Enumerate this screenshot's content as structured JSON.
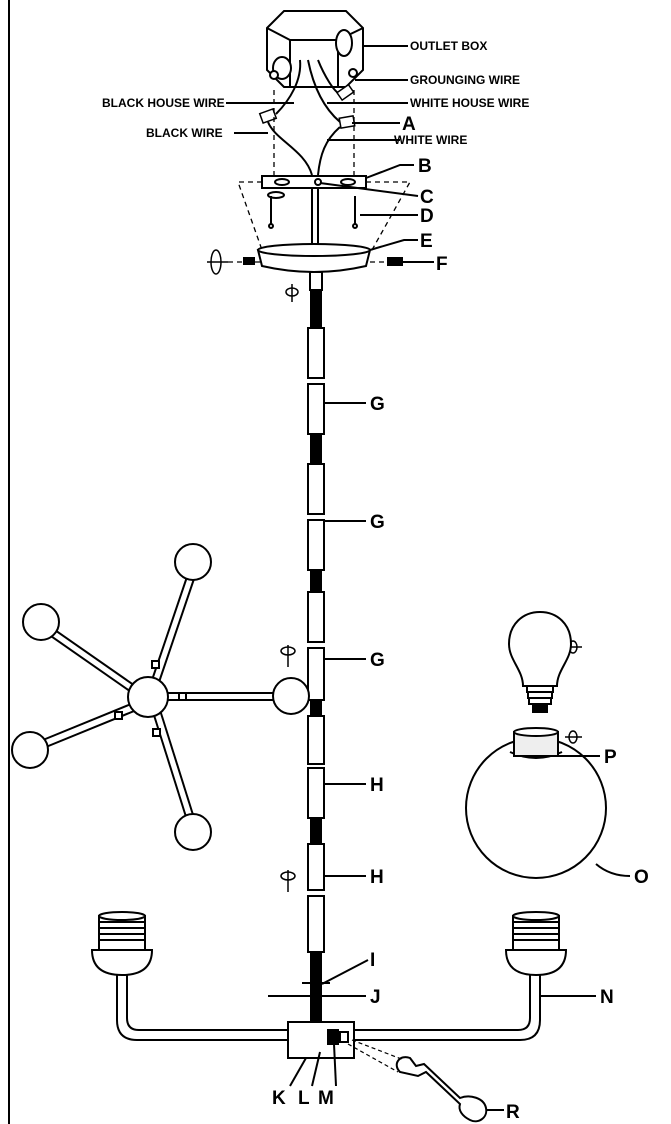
{
  "labels": {
    "outlet_box": "OUTLET BOX",
    "grounding_wire": "GROUNGING WIRE",
    "black_house_wire": "BLACK HOUSE WIRE",
    "white_house_wire": "WHITE HOUSE WIRE",
    "black_wire": "BLACK  WIRE",
    "white_wire": "WHITE WIRE"
  },
  "parts": {
    "A": "A",
    "B": "B",
    "C": "C",
    "D": "D",
    "E": "E",
    "F": "F",
    "G1": "G",
    "G2": "G",
    "G3": "G",
    "H1": "H",
    "H2": "H",
    "I": "I",
    "J": "J",
    "K": "K",
    "L": "L",
    "M": "M",
    "N": "N",
    "O": "O",
    "P": "P",
    "R": "R"
  },
  "colors": {
    "line": "#000000",
    "background": "#ffffff",
    "fill_gray": "#e6e6e6"
  }
}
